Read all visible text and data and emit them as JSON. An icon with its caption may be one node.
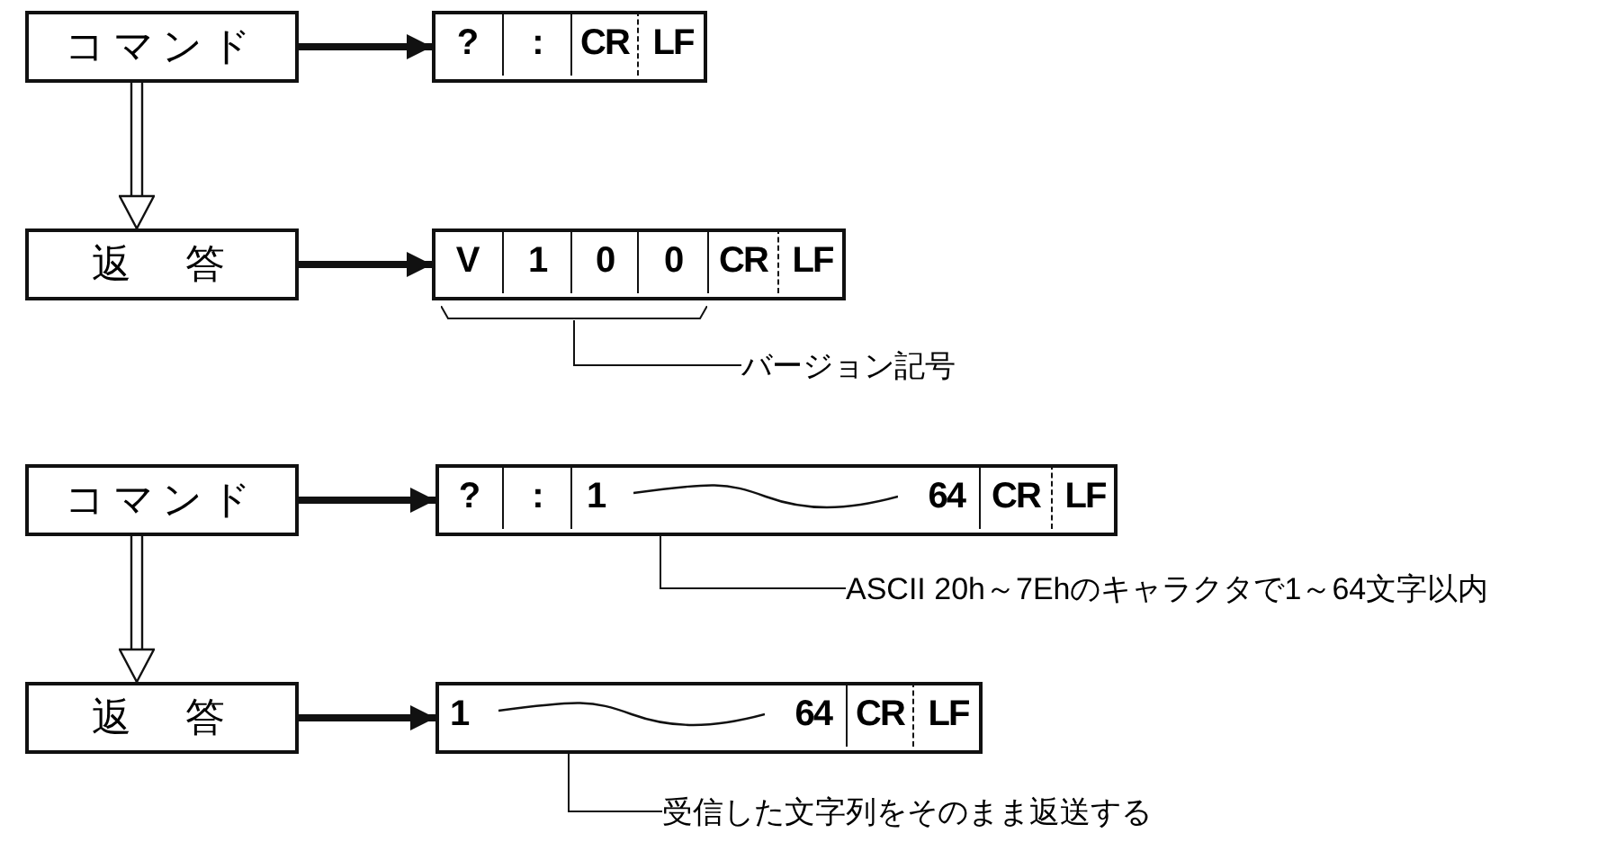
{
  "diagram": {
    "nodes": [
      {
        "text": [
          "コマンド"
        ]
      },
      {
        "text": [],
        "shape": "box"
      },
      {
        "text": [
          "?"
        ],
        "in": 1
      },
      {
        "text": [
          ":"
        ],
        "in": 1
      },
      {
        "text": [
          "CR"
        ],
        "in": 1
      },
      {
        "text": [
          "LF"
        ],
        "in": 1
      },
      {
        "text": [
          "返　答"
        ]
      },
      {
        "text": [],
        "shape": "box"
      },
      {
        "text": [
          "V"
        ],
        "in": 7
      },
      {
        "text": [
          "1"
        ],
        "in": 7
      },
      {
        "text": [
          "0"
        ],
        "in": 7
      },
      {
        "text": [
          "0"
        ],
        "in": 7
      },
      {
        "text": [
          "CR"
        ],
        "in": 7
      },
      {
        "text": [
          "LF"
        ],
        "in": 7
      },
      {
        "text": [],
        "shape": "bracket"
      },
      {
        "text": [
          "バージョン記号"
        ]
      },
      {
        "text": [
          "コマンド"
        ]
      },
      {
        "text": [],
        "shape": "box"
      },
      {
        "text": [
          "?"
        ],
        "in": 17
      },
      {
        "text": [
          ":"
        ],
        "in": 17
      },
      {
        "text": [
          "1",
          "64"
        ],
        "in": 17
      },
      {
        "text": [
          "CR"
        ],
        "in": 17
      },
      {
        "text": [
          "LF"
        ],
        "in": 17
      },
      {
        "text": [
          "ASCII 20h～7Ehのキャラクタで1～64文字以内"
        ]
      },
      {
        "text": [
          "返　答"
        ]
      },
      {
        "text": [],
        "shape": "box"
      },
      {
        "text": [
          "1",
          "64"
        ],
        "in": 25
      },
      {
        "text": [
          "CR"
        ],
        "in": 25
      },
      {
        "text": [
          "LF"
        ],
        "in": 25
      },
      {
        "text": [
          "受信した文字列をそのまま返送する"
        ]
      }
    ],
    "edges": [
      {
        "from": 0,
        "to": 1,
        "arrow": "to",
        "style": "thick"
      },
      {
        "from": 0,
        "to": 6,
        "arrow": "to"
      },
      {
        "from": 6,
        "to": 7,
        "arrow": "to",
        "style": "thick"
      },
      {
        "from": 15,
        "to": 14,
        "arrow": "none"
      },
      {
        "from": 16,
        "to": 17,
        "arrow": "to",
        "style": "thick"
      },
      {
        "from": 16,
        "to": 24,
        "arrow": "to"
      },
      {
        "from": 24,
        "to": 25,
        "arrow": "to",
        "style": "thick"
      },
      {
        "from": 23,
        "to": 20,
        "arrow": "none"
      },
      {
        "from": 29,
        "to": 26,
        "arrow": "none"
      }
    ]
  }
}
